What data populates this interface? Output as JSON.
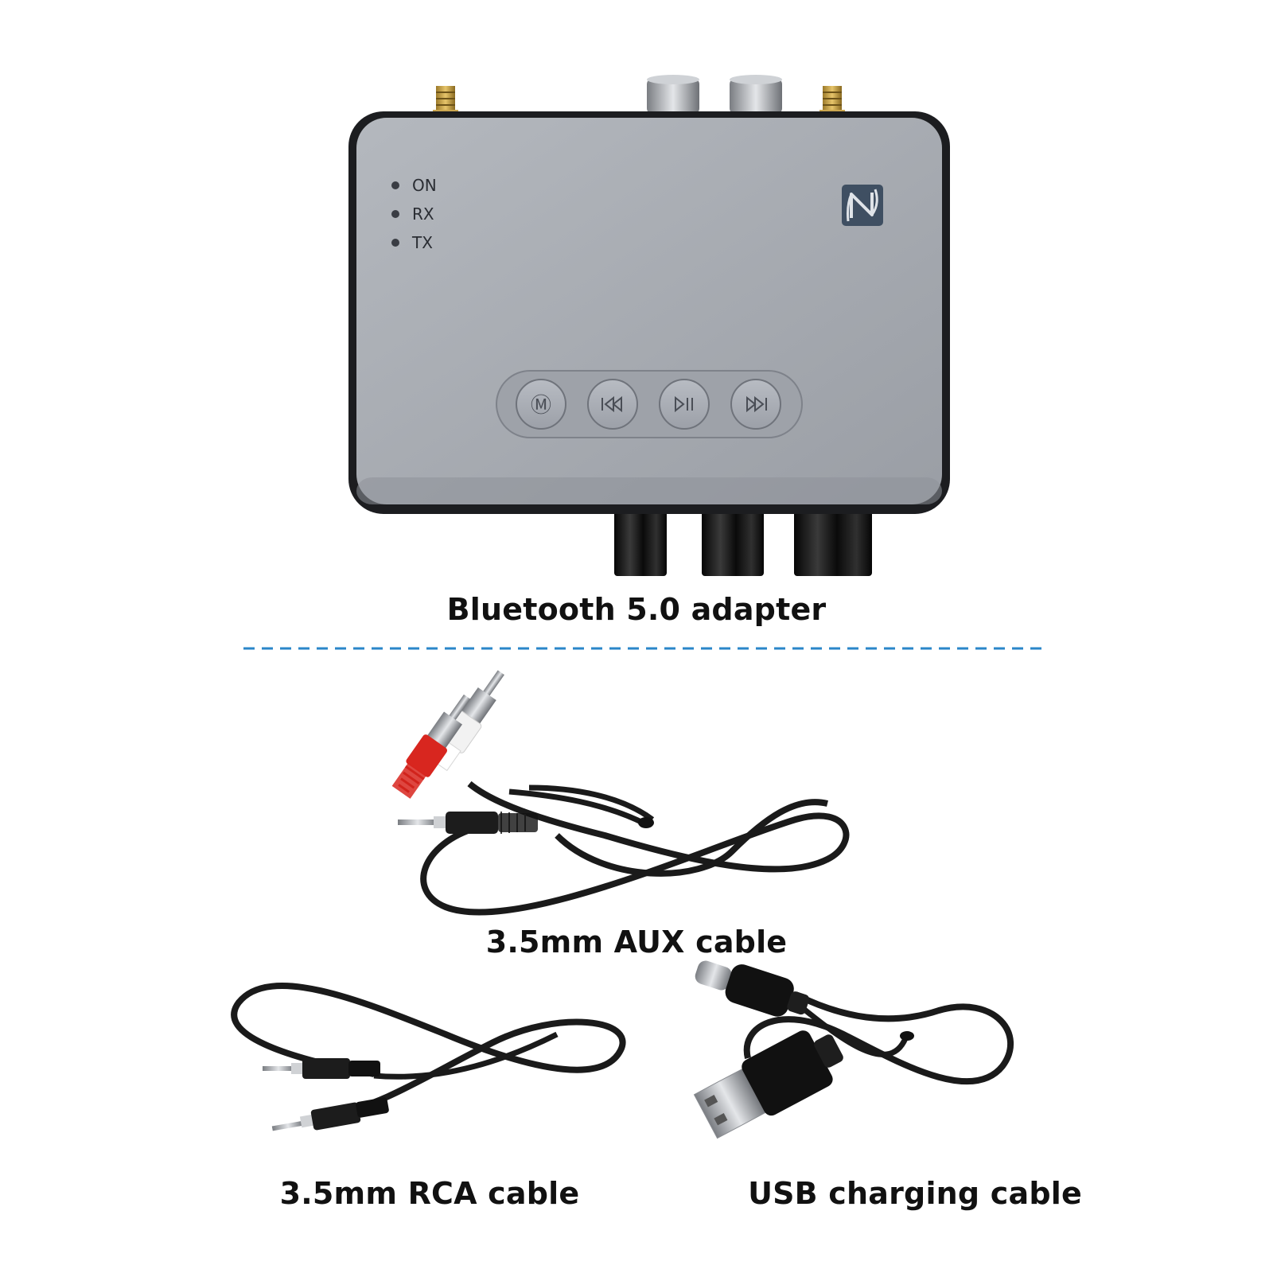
{
  "adapter": {
    "caption": "Bluetooth 5.0 adapter",
    "leds": [
      "ON",
      "RX",
      "TX"
    ],
    "buttons": [
      "M",
      "prev",
      "play-pause",
      "next"
    ],
    "icons": [
      "nfc-icon",
      "mode-icon",
      "previous-track-icon",
      "play-pause-icon",
      "next-track-icon"
    ]
  },
  "aux_cable": {
    "caption": "3.5mm AUX cable"
  },
  "rca_cable": {
    "caption": "3.5mm RCA cable"
  },
  "usb_cable": {
    "caption": "USB charging cable"
  },
  "colors": {
    "body": "#a6aab1",
    "bezel": "#1c1d20",
    "divider": "#2a86c9",
    "plug_red": "#d8261f",
    "plug_white": "#f2f2f2",
    "cable": "#1a1a1a"
  }
}
